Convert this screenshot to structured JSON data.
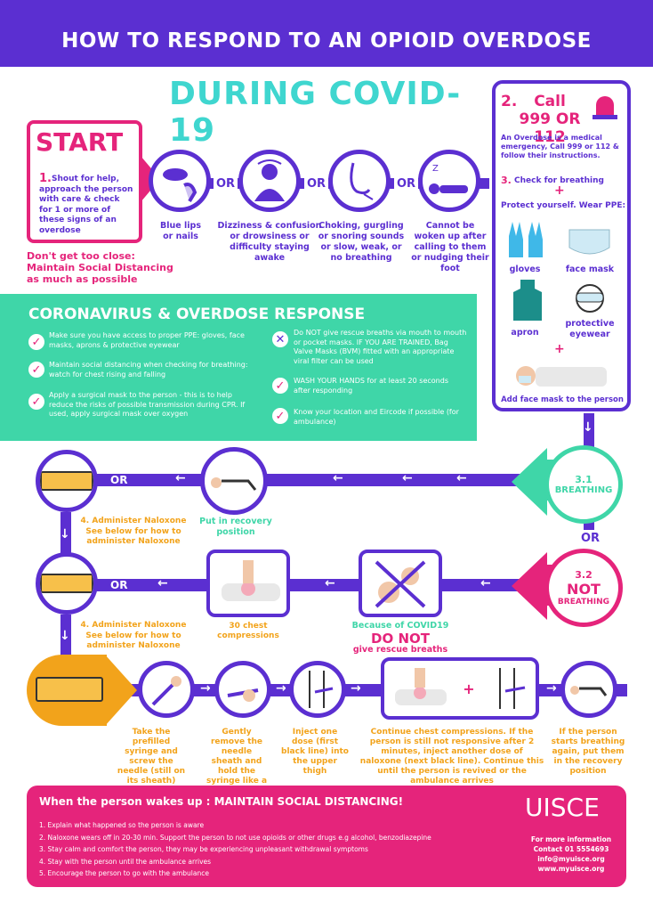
{
  "header": {
    "title": "HOW TO RESPOND TO AN OPIOID OVERDOSE",
    "subtitle": "DURING COVID-19"
  },
  "start": {
    "label": "START",
    "step_num": "1.",
    "step_text": "Shout for help, approach the person with care & check for 1 or more of these signs of an overdose",
    "warning": "Don't get too close: Maintain Social Distancing as much as possible"
  },
  "signs": [
    {
      "caption": "Blue lips or nails",
      "icon": "lips-icon"
    },
    {
      "caption": "Dizziness & confusion or drowsiness or difficulty staying awake",
      "icon": "dizzy-person-icon"
    },
    {
      "caption": "Choking, gurgling or snoring sounds or slow, weak, or no breathing",
      "icon": "nose-icon"
    },
    {
      "caption": "Cannot be woken up after calling to them or nudging their foot",
      "icon": "sleeping-person-icon"
    }
  ],
  "or_label": "OR",
  "call": {
    "num": "2.",
    "title": "Call 999 OR 112",
    "text": "An Overdose is a medical emergency, Call 999 or 112 & follow their instructions.",
    "check_num": "3.",
    "check_text": "Check for breathing",
    "plus": "+",
    "protect": "Protect yourself. Wear PPE:",
    "ppe": [
      "gloves",
      "face mask",
      "apron",
      "protective eyewear"
    ],
    "add_mask": "Add face mask to the person"
  },
  "covid": {
    "title": "CORONAVIRUS & OVERDOSE RESPONSE",
    "left_items": [
      "Make sure you have access to proper PPE: gloves, face masks, aprons & protective eyewear",
      "Maintain social distancing when checking for breathing: watch for chest rising and falling",
      "Apply a surgical mask to the person - this is to help reduce the risks of possible transmission during CPR. If used, apply surgical mask over oxygen"
    ],
    "right_items": [
      "Do NOT give rescue breaths via mouth to mouth or pocket masks. IF YOU ARE TRAINED, Bag Valve Masks (BVM) fitted with an appropriate viral filter can be used",
      "WASH YOUR HANDS for at least 20 seconds after responding",
      "Know your location and Eircode if possible (for ambulance)"
    ],
    "x_mark": "✕",
    "check_mark": "✓"
  },
  "breathing": {
    "num": "3.1",
    "label": "BREATHING",
    "recovery": "Put in recovery position",
    "naloxone_title": "4. Administer Naloxone",
    "naloxone_sub": "See below for how to administer Naloxone"
  },
  "not_breathing": {
    "num": "3.2",
    "label1": "NOT",
    "label2": "BREATHING",
    "compressions": "30 chest compressions",
    "covid_note": "Because of COVID19",
    "do_not": "DO NOT",
    "rescue": "give rescue breaths",
    "naloxone_title": "4. Administer Naloxone",
    "naloxone_sub": "See below for how to administer Naloxone"
  },
  "arrow": "←",
  "arrow_right": "→",
  "arrow_down": "↓",
  "naloxone_steps": [
    "Take the prefilled syringe and screw the needle (still on its sheath)",
    "Gently remove the needle sheath and hold the syringe like a pen or a dart",
    "Inject one dose (first black line) into the upper thigh",
    "Continue chest compressions. If the person is still not responsive after 2 minutes, inject another dose of naloxone (next black line). Continue this until the person is revived or the ambulance arrives",
    "If the person starts breathing again, put them in the recovery position"
  ],
  "wakes": {
    "title": "When the person wakes up : MAINTAIN SOCIAL DISTANCING!",
    "items": [
      "1. Explain what happened so the person is aware",
      "2. Naloxone wears off in 20-30 min. Support the person to not use opioids or other drugs e.g alcohol, benzodiazepine",
      "3. Stay calm and comfort the person, they may be experiencing unpleasant withdrawal symptoms",
      "4. Stay with the person until the ambulance arrives",
      "5. Encourage the person to go with the ambulance"
    ]
  },
  "uisce": {
    "logo": "UISCE",
    "info": "For more information",
    "contact": "Contact 01 5554693",
    "email": "info@myuisce.org",
    "web": "www.myuisce.org"
  },
  "colors": {
    "purple": "#5b2fd1",
    "pink": "#e5247b",
    "teal": "#3fd6a8",
    "orange": "#f2a31b"
  }
}
